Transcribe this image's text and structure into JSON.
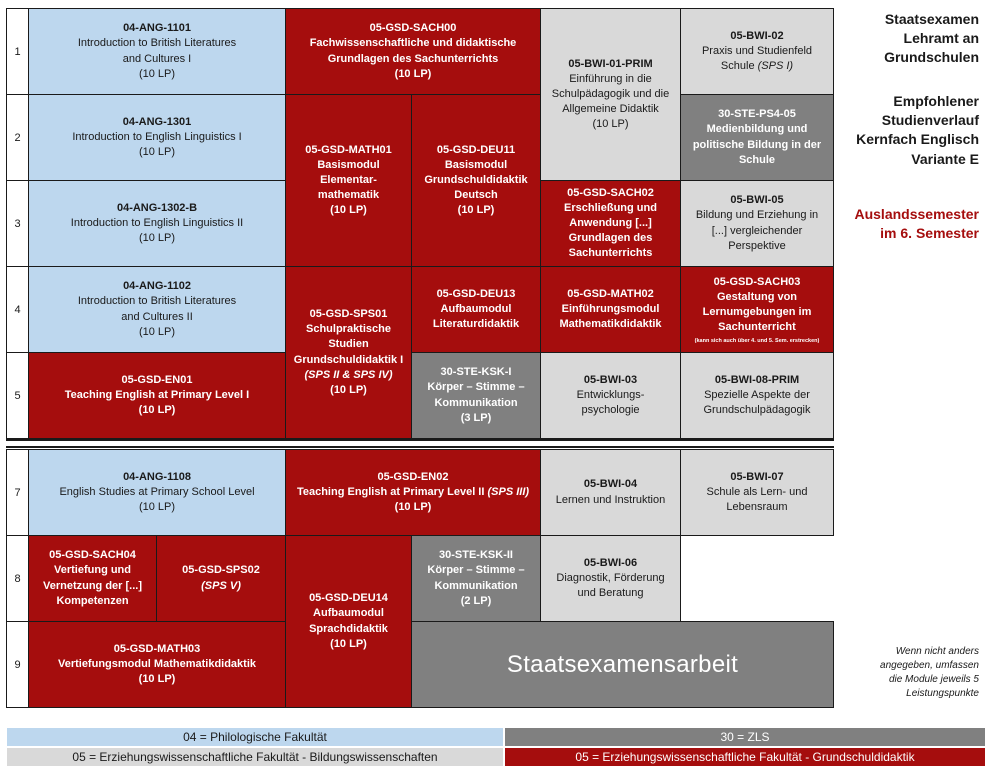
{
  "side": {
    "title_lines": [
      "Staatsexamen",
      "Lehramt an",
      "Grundschulen"
    ],
    "subtitle_lines": [
      "Empfohlener",
      "Studienverlauf",
      "Kernfach Englisch",
      "Variante E"
    ],
    "highlight_lines": [
      "Auslandssemester",
      "im 6. Semester"
    ],
    "note_lines": [
      "Wenn nicht anders",
      "angegeben, umfassen",
      "die Module jeweils 5",
      "Leistungspunkte"
    ]
  },
  "rows": [
    "1",
    "2",
    "3",
    "4",
    "5",
    "7",
    "8",
    "9"
  ],
  "modules": {
    "ang1101": {
      "code": "04-ANG-1101",
      "t1": "Introduction to British Literatures",
      "t2": "and Cultures I",
      "lp": "(10 LP)"
    },
    "sach00": {
      "code": "05-GSD-SACH00",
      "t1": "Fachwissenschaftliche und didaktische",
      "t2": "Grundlagen des Sachunterrichts",
      "lp": "(10 LP)"
    },
    "bwi01": {
      "code": "05-BWI-01-PRIM",
      "t1": "Einführung in die",
      "t2": "Schulpädagogik und die",
      "t3": "Allgemeine Didaktik",
      "lp": "(10 LP)"
    },
    "bwi02": {
      "code": "05-BWI-02",
      "t1": "Praxis und Studienfeld",
      "t2": "Schule",
      "sps": "(SPS I)"
    },
    "ang1301": {
      "code": "04-ANG-1301",
      "t1": "Introduction to English Linguistics I",
      "lp": "(10 LP)"
    },
    "math01": {
      "code": "05-GSD-MATH01",
      "t1": "Basismodul",
      "t2": "Elementar-",
      "t3": "mathematik",
      "lp": "(10 LP)"
    },
    "deu11": {
      "code": "05-GSD-DEU11",
      "t1": "Basismodul",
      "t2": "Grundschuldidaktik",
      "t3": "Deutsch",
      "lp": "(10 LP)"
    },
    "ps405": {
      "code": "30-STE-PS4-05",
      "t1": "Medienbildung und",
      "t2": "politische Bildung in der",
      "t3": "Schule"
    },
    "ang1302": {
      "code": "04-ANG-1302-B",
      "t1": "Introduction to English Linguistics II",
      "lp": "(10 LP)"
    },
    "sach02": {
      "code": "05-GSD-SACH02",
      "t1": "Erschließung und",
      "t2": "Anwendung [...]",
      "t3": "Grundlagen des",
      "t4": "Sachunterrichts"
    },
    "bwi05": {
      "code": "05-BWI-05",
      "t1": "Bildung und Erziehung in",
      "t2": "[...] vergleichender",
      "t3": "Perspektive"
    },
    "ang1102": {
      "code": "04-ANG-1102",
      "t1": "Introduction to British Literatures",
      "t2": "and Cultures II",
      "lp": "(10 LP)"
    },
    "sps01": {
      "code": "05-GSD-SPS01",
      "t1": "Schulpraktische",
      "t2": "Studien",
      "t3": "Grundschuldidaktik I",
      "sps": "(SPS II & SPS IV)",
      "lp": "(10 LP)"
    },
    "deu13": {
      "code": "05-GSD-DEU13",
      "t1": "Aufbaumodul",
      "t2": "Literaturdidaktik"
    },
    "math02": {
      "code": "05-GSD-MATH02",
      "t1": "Einführungsmodul",
      "t2": "Mathematikdidaktik"
    },
    "sach03": {
      "code": "05-GSD-SACH03",
      "t1": "Gestaltung von",
      "t2": "Lernumgebungen im",
      "t3": "Sachunterricht",
      "tiny": "(kann sich auch über 4. und 5. Sem. erstrecken)"
    },
    "en01": {
      "code": "05-GSD-EN01",
      "t1": "Teaching English at Primary Level I",
      "lp": "(10 LP)"
    },
    "kski": {
      "code": "30-STE-KSK-I",
      "t1": "Körper – Stimme –",
      "t2": "Kommunikation",
      "lp": "(3 LP)"
    },
    "bwi03": {
      "code": "05-BWI-03",
      "t1": "Entwicklungs-",
      "t2": "psychologie"
    },
    "bwi08": {
      "code": "05-BWI-08-PRIM",
      "t1": "Spezielle Aspekte der",
      "t2": "Grundschulpädagogik"
    },
    "ang1108": {
      "code": "04-ANG-1108",
      "t1": "English Studies at Primary School Level",
      "lp": "(10 LP)"
    },
    "en02": {
      "code": "05-GSD-EN02",
      "t1": "Teaching English at Primary Level II",
      "sps": "(SPS III)",
      "lp": "(10 LP)"
    },
    "bwi04": {
      "code": "05-BWI-04",
      "t1": "Lernen und Instruktion"
    },
    "bwi07": {
      "code": "05-BWI-07",
      "t1": "Schule als Lern- und",
      "t2": "Lebensraum"
    },
    "sach04": {
      "code": "05-GSD-SACH04",
      "t1": "Vertiefung und",
      "t2": "Vernetzung der [...]",
      "t3": "Kompetenzen"
    },
    "sps02": {
      "code": "05-GSD-SPS02",
      "sps": "(SPS V)"
    },
    "deu14": {
      "code": "05-GSD-DEU14",
      "t1": "Aufbaumodul",
      "t2": "Sprachdidaktik",
      "lp": "(10 LP)"
    },
    "kskii": {
      "code": "30-STE-KSK-II",
      "t1": "Körper – Stimme –",
      "t2": "Kommunikation",
      "lp": "(2 LP)"
    },
    "bwi06": {
      "code": "05-BWI-06",
      "t1": "Diagnostik, Förderung",
      "t2": "und Beratung"
    },
    "math03": {
      "code": "05-GSD-MATH03",
      "t1": "Vertiefungsmodul Mathematikdidaktik",
      "lp": "(10 LP)"
    },
    "thesis": {
      "t1": "Staatsexamensarbeit"
    }
  },
  "legend": {
    "philologie": "04 = Philologische Fakultät",
    "zls": "30 = ZLS",
    "bildung": "05 = Erziehungswissenschaftliche Fakultät - Bildungswissenschaften",
    "grundschul": "05 = Erziehungswissenschaftliche Fakultät - Grundschuldidaktik"
  },
  "colors": {
    "philologie": "#bdd7ee",
    "grundschuldidaktik": "#a50d0d",
    "bildungswissenschaften": "#d9d9d9",
    "zls": "#808080"
  }
}
